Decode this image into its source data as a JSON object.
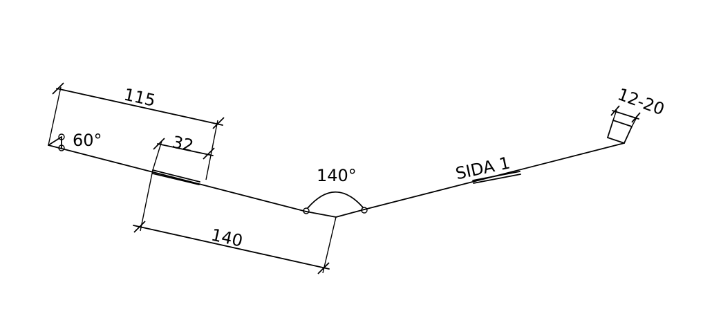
{
  "diagram": {
    "labels": {
      "dim_115": "115",
      "dim_32": "32",
      "angle_60": "60°",
      "dim_140": "140",
      "angle_140": "140°",
      "side_label": "SIDA 1",
      "range_label": "12-20"
    },
    "colors": {
      "line": "#000000",
      "background": "#ffffff"
    }
  }
}
